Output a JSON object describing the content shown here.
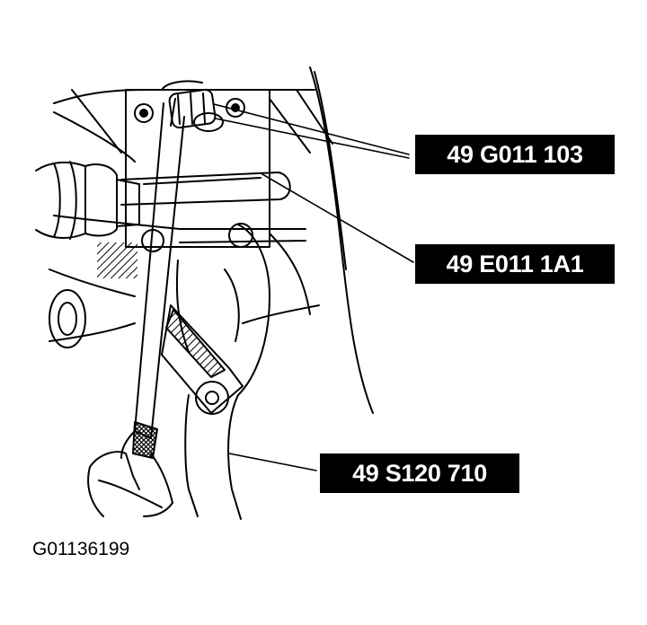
{
  "callouts": [
    {
      "label": "49 G011 103"
    },
    {
      "label": "49 E011 1A1"
    },
    {
      "label": "49 S120 710"
    }
  ],
  "figure_id": "G01136199",
  "colors": {
    "ink": "#000000",
    "paper": "#ffffff"
  }
}
